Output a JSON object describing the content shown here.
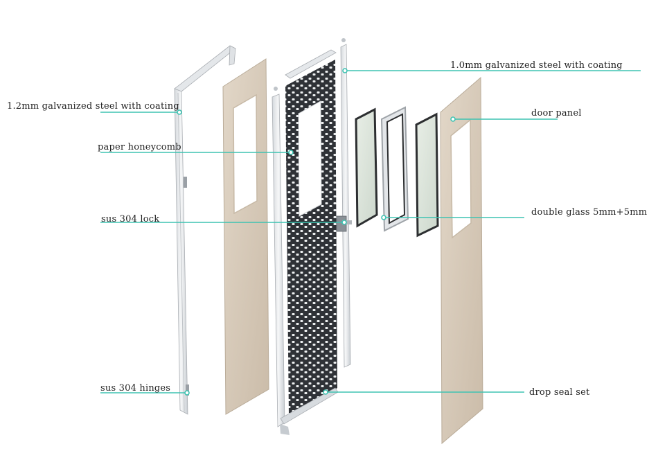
{
  "labels": {
    "frame_left": "1.2mm galvanized steel  with coating",
    "frame_right": "1.0mm galvanized steel  with coating",
    "door_panel": "door panel",
    "honeycomb": "paper honeycomb",
    "lock": "sus 304 lock",
    "glass": "double glass 5mm+5mm",
    "hinges": "sus 304 hinges",
    "drop_seal": "drop seal set"
  },
  "colors": {
    "leader_line": "#3ec3b2",
    "panel_wood": "#d9cdbd",
    "panel_edge": "#b9ab98",
    "steel": "#eef0f2",
    "steel_edge": "#a9adb2",
    "honeycomb_dark": "#2e3136",
    "honeycomb_light": "#e9ecee",
    "glass": "#dfe7df",
    "glass_rim": "#2d2f31"
  }
}
